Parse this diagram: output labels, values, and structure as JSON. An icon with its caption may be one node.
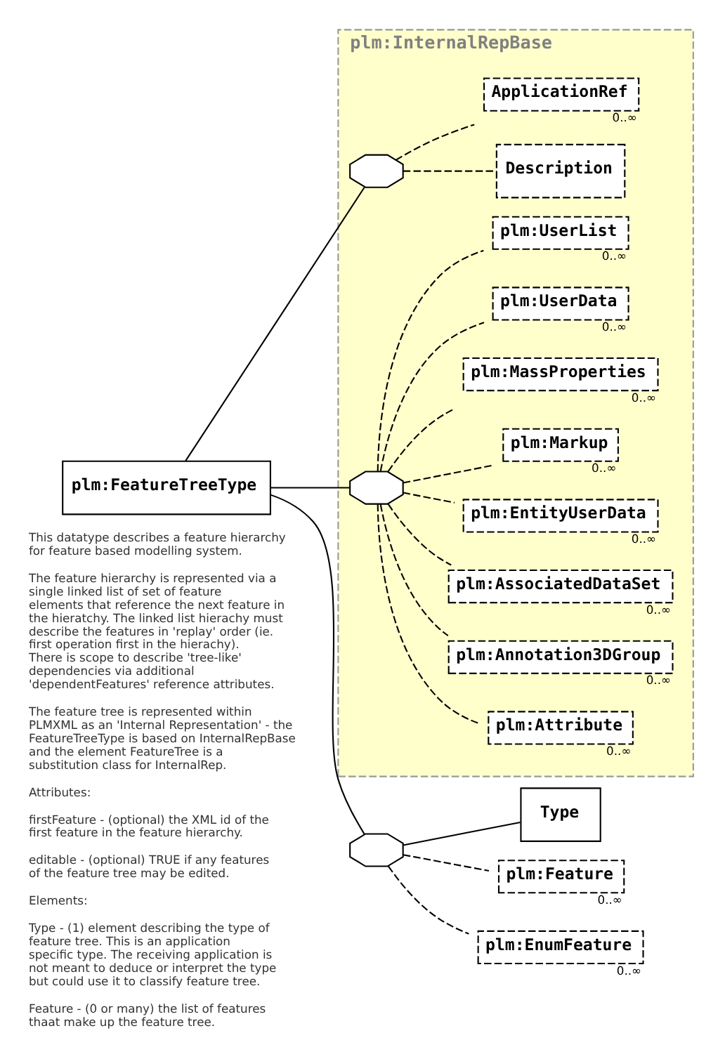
{
  "diagram": {
    "nodes": [
      {
        "text": [
          "plm:FeatureTreeType"
        ],
        "beside": [
          "This datatype describes a feature hierarchy for feature based modelling system.",
          "The feature hierarchy is represented via a single linked list of set of feature elements that reference the next feature in the hieratchy. The linked list hierachy must describe the features in 'replay' order (ie. first operation first in the hierachy). There is scope to describe 'tree-like' dependencies via additional 'dependentFeatures' reference attributes.",
          "The feature tree is represented within PLMXML as an 'Internal Representation' - the FeatureTreeType is based on InternalRepBase and the element FeatureTree is a substitution class for InternalRep.",
          "Attributes:",
          "firstFeature - (optional) the XML id of the first feature in the feature hierarchy.",
          "editable - (optional) TRUE if any features of the feature tree may be edited.",
          "Elements:",
          "Type - (1) element describing the type of feature tree. This is an application specific type. The receiving application is not meant to deduce or interpret the type but could use it to classify feature tree.",
          "Feature - (0 or many) the list of features thaat make up the feature tree."
        ]
      },
      {
        "text": [
          "plm:InternalRepBase"
        ]
      },
      {
        "text": [],
        "shape": "octagon",
        "in": 1
      },
      {
        "text": [
          "Description"
        ],
        "in": 1
      },
      {
        "text": [
          "ApplicationRef"
        ],
        "beside": [
          "0..∞"
        ],
        "in": 1
      },
      {
        "text": [],
        "shape": "octagon",
        "in": 1
      },
      {
        "text": [
          "plm:Attribute"
        ],
        "beside": [
          "0..∞"
        ],
        "in": 1
      },
      {
        "text": [
          "plm:Annotation3DGroup"
        ],
        "beside": [
          "0..∞"
        ],
        "in": 1
      },
      {
        "text": [
          "plm:AssociatedDataSet"
        ],
        "beside": [
          "0..∞"
        ],
        "in": 1
      },
      {
        "text": [
          "plm:EntityUserData"
        ],
        "beside": [
          "0..∞"
        ],
        "in": 1
      },
      {
        "text": [
          "plm:Markup"
        ],
        "beside": [
          "0..∞"
        ],
        "in": 1
      },
      {
        "text": [
          "plm:MassProperties"
        ],
        "beside": [
          "0..∞"
        ],
        "in": 1
      },
      {
        "text": [
          "plm:UserData"
        ],
        "beside": [
          "0..∞"
        ],
        "in": 1
      },
      {
        "text": [
          "plm:UserList"
        ],
        "beside": [
          "0..∞"
        ],
        "in": 1
      },
      {
        "text": [],
        "shape": "octagon"
      },
      {
        "text": [
          "Type"
        ]
      },
      {
        "text": [
          "plm:Feature"
        ],
        "beside": [
          "0..∞"
        ]
      },
      {
        "text": [
          "plm:EnumFeature"
        ],
        "beside": [
          "0..∞"
        ]
      }
    ],
    "edges": [
      {
        "from": 0,
        "to": 2,
        "arrow": "none"
      },
      {
        "from": 0,
        "to": 5,
        "arrow": "none"
      },
      {
        "from": 0,
        "to": 14,
        "arrow": "none"
      },
      {
        "from": 2,
        "to": 3,
        "arrow": "none",
        "style": "dashed"
      },
      {
        "from": 2,
        "to": 4,
        "arrow": "none",
        "style": "dashed"
      },
      {
        "from": 5,
        "to": 6,
        "arrow": "none",
        "style": "dashed"
      },
      {
        "from": 5,
        "to": 7,
        "arrow": "none",
        "style": "dashed"
      },
      {
        "from": 5,
        "to": 8,
        "arrow": "none",
        "style": "dashed"
      },
      {
        "from": 5,
        "to": 9,
        "arrow": "none",
        "style": "dashed"
      },
      {
        "from": 5,
        "to": 10,
        "arrow": "none",
        "style": "dashed"
      },
      {
        "from": 5,
        "to": 11,
        "arrow": "none",
        "style": "dashed"
      },
      {
        "from": 5,
        "to": 12,
        "arrow": "none",
        "style": "dashed"
      },
      {
        "from": 5,
        "to": 13,
        "arrow": "none",
        "style": "dashed"
      },
      {
        "from": 14,
        "to": 15,
        "arrow": "none"
      },
      {
        "from": 14,
        "to": 16,
        "arrow": "none",
        "style": "dashed"
      },
      {
        "from": 14,
        "to": 17,
        "arrow": "none",
        "style": "dashed"
      }
    ]
  }
}
